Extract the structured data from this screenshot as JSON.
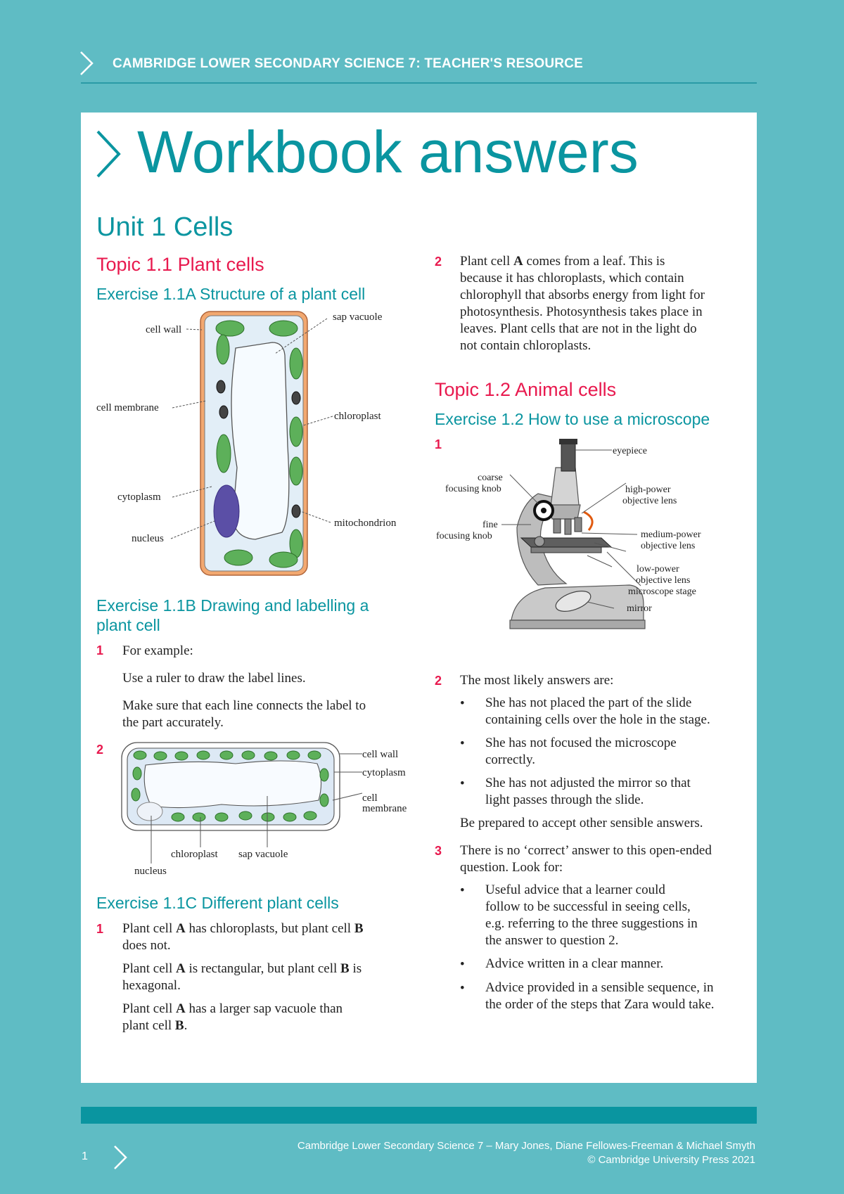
{
  "header": {
    "title": "CAMBRIDGE LOWER SECONDARY SCIENCE 7: TEACHER'S RESOURCE"
  },
  "page": {
    "title": "Workbook answers",
    "unit": "Unit 1 Cells",
    "page_number": "1",
    "credit_line1": "Cambridge Lower Secondary Science 7 – Mary Jones, Diane Fellowes-Freeman & Michael Smyth",
    "credit_line2": "© Cambridge University Press 2021"
  },
  "topic11": {
    "title": "Topic 1.1 Plant cells",
    "exA": {
      "title": "Exercise 1.1A Structure of a plant cell",
      "labels": {
        "cell_wall": "cell wall",
        "sap_vacuole": "sap vacuole",
        "cell_membrane": "cell membrane",
        "chloroplast": "chloroplast",
        "cytoplasm": "cytoplasm",
        "mitochondrion": "mitochondrion",
        "nucleus": "nucleus"
      }
    },
    "exB": {
      "title1": "Exercise 1.1B Drawing and labelling a",
      "title2": "plant cell",
      "q1_num": "1",
      "q1_lines": [
        "For example:",
        "Use a ruler to draw the label lines.",
        "Make sure that each line connects the label to",
        "the part accurately."
      ],
      "q2_num": "2",
      "labels": {
        "cell_wall": "cell wall",
        "cytoplasm": "cytoplasm",
        "cell": "cell",
        "membrane": "membrane",
        "chloroplast": "chloroplast",
        "sap_vacuole": "sap vacuole",
        "nucleus": "nucleus"
      }
    },
    "exC": {
      "title": "Exercise 1.1C Different plant cells",
      "q1_num": "1",
      "a1_l1_pre": "Plant cell ",
      "a1_l1_A": "A",
      "a1_l1_mid": " has chloroplasts, but plant cell ",
      "a1_l1_B": "B",
      "a1_l2": "does not.",
      "a2_l1_pre": "Plant cell ",
      "a2_l1_A": "A",
      "a2_l1_mid": " is rectangular, but plant cell ",
      "a2_l1_B": "B",
      "a2_l1_post": " is",
      "a2_l2": "hexagonal.",
      "a3_l1_pre": "Plant cell ",
      "a3_l1_A": "A",
      "a3_l1_post": " has a larger sap vacuole than",
      "a3_l2_pre": "plant cell ",
      "a3_l2_B": "B",
      "a3_l2_post": "."
    }
  },
  "topic11_q2": {
    "num": "2",
    "l1_pre": "Plant cell ",
    "l1_A": "A",
    "l1_post": " comes from a leaf. This is",
    "lines": [
      "because it has chloroplasts, which contain",
      "chlorophyll that absorbs energy from light for",
      "photosynthesis. Photosynthesis takes place in",
      "leaves. Plant cells that are not in the light do",
      "not contain chloroplasts."
    ]
  },
  "topic12": {
    "title": "Topic 1.2 Animal cells",
    "ex_title": "Exercise 1.2 How to use a microscope",
    "q1_num": "1",
    "labels": {
      "eyepiece": "eyepiece",
      "coarse1": "coarse",
      "coarse2": "focusing knob",
      "fine1": "fine",
      "fine2": "focusing knob",
      "high1": "high-power",
      "high2": "objective lens",
      "med1": "medium-power",
      "med2": "objective lens",
      "low1": "low-power",
      "low2": "objective lens",
      "stage": "microscope stage",
      "mirror": "mirror"
    },
    "q2_num": "2",
    "q2_intro": "The most likely answers are:",
    "q2_b1_l1": "She has not placed the part of the slide",
    "q2_b1_l2": "containing cells over the hole in the stage.",
    "q2_b2_l1": "She has not focused the microscope",
    "q2_b2_l2": "correctly.",
    "q2_b3_l1": "She has not adjusted the mirror so that",
    "q2_b3_l2": "light passes through the slide.",
    "q2_note": "Be prepared to accept other sensible answers.",
    "q3_num": "3",
    "q3_l1": "There is no ‘correct’ answer to this open-ended",
    "q3_l2": "question. Look for:",
    "q3_b1_l1": "Useful advice that a learner could",
    "q3_b1_l2": "follow to be successful in seeing cells,",
    "q3_b1_l3": "e.g. referring to the three suggestions in",
    "q3_b1_l4": "the answer to question 2.",
    "q3_b2_l1": "Advice written in a clear manner.",
    "q3_b3_l1": "Advice provided in a sensible sequence, in",
    "q3_b3_l2": "the order of the steps that Zara would take.",
    "bullet": "•"
  },
  "colors": {
    "page_bg": "#5fbcc4",
    "accent_teal": "#0a95a0",
    "accent_red": "#e8194e"
  }
}
